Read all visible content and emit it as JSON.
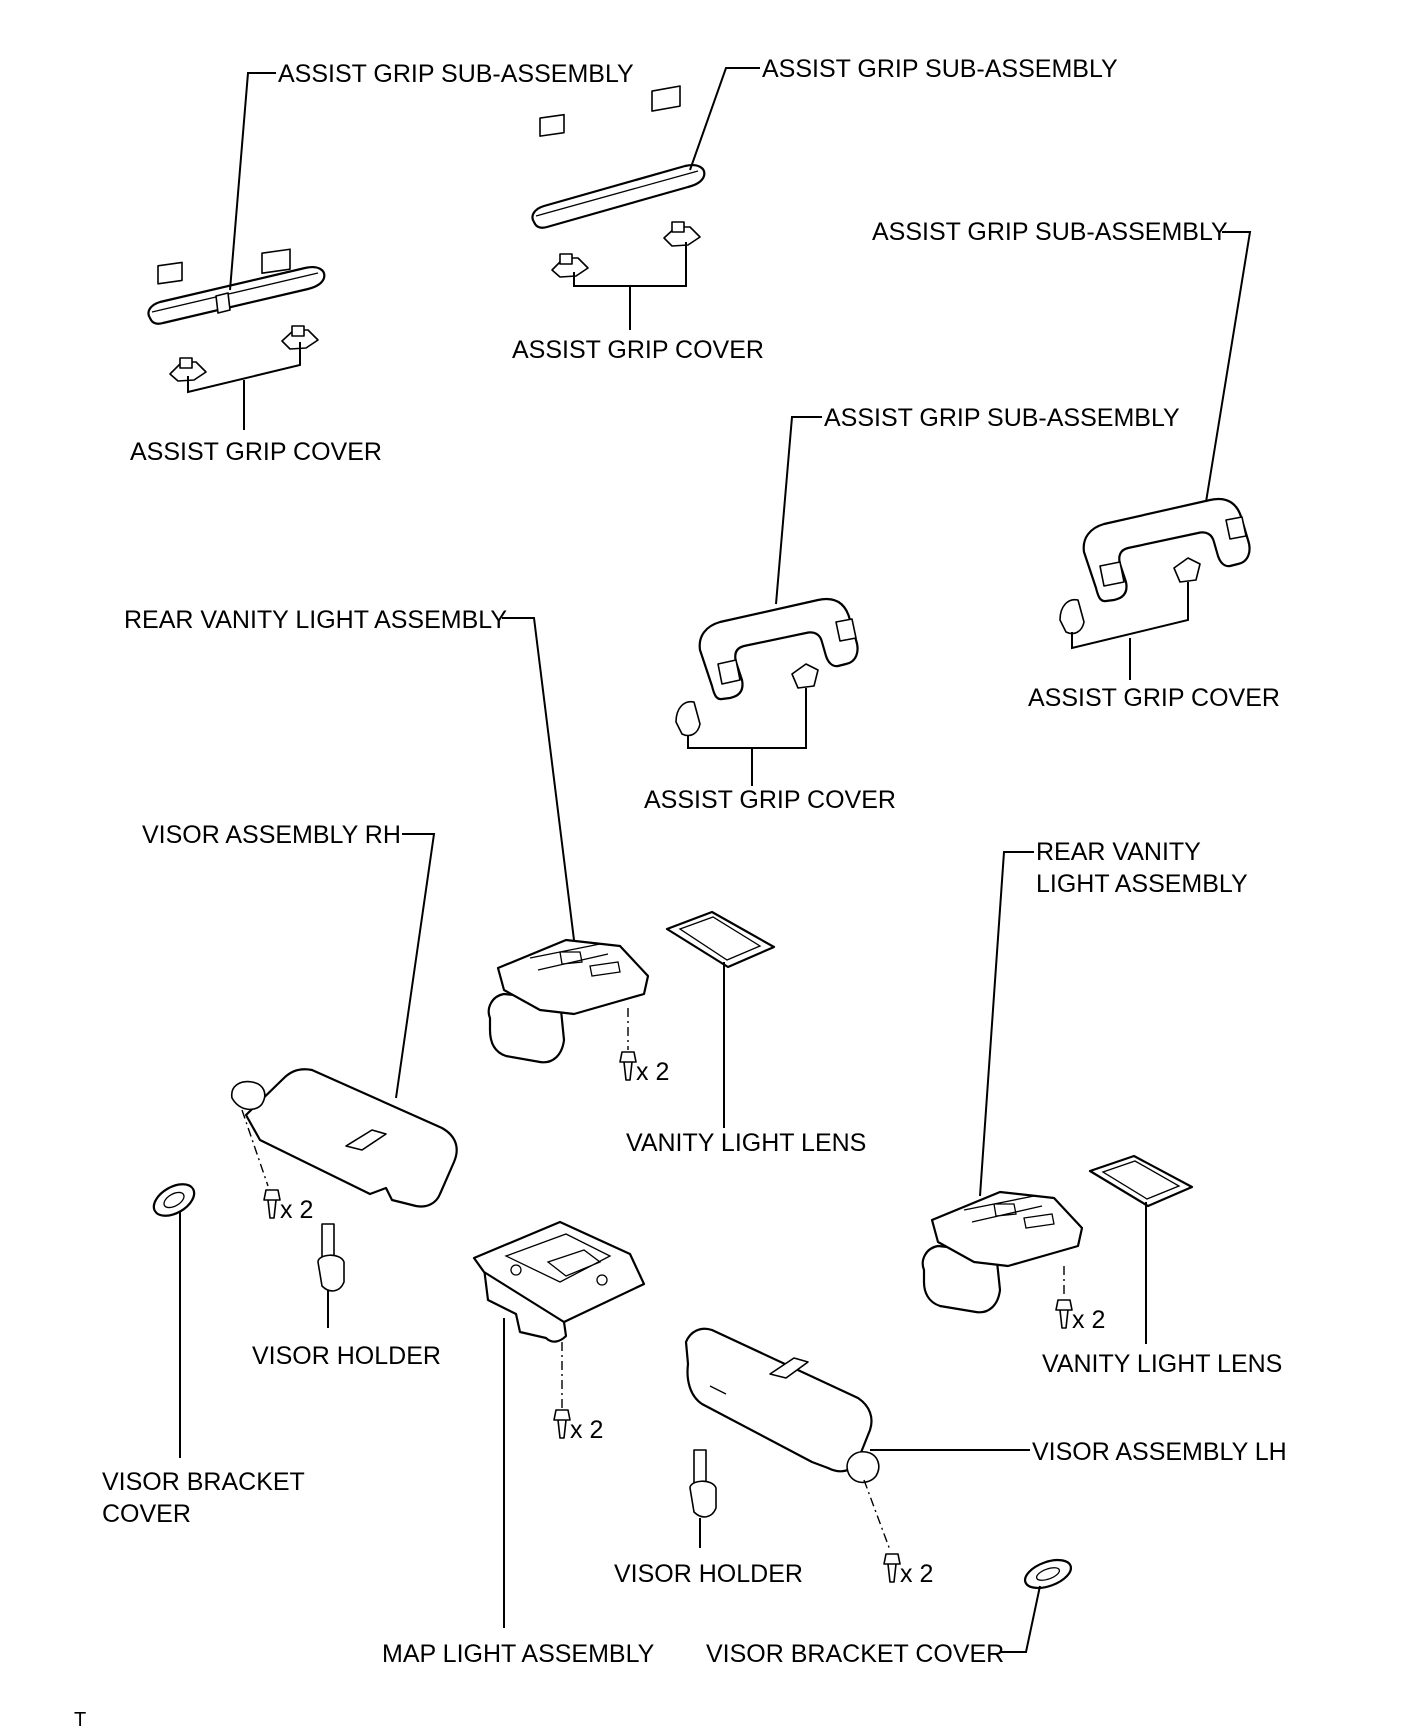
{
  "labels": {
    "grip_sub_1": "ASSIST GRIP SUB-ASSEMBLY",
    "grip_sub_2": "ASSIST GRIP SUB-ASSEMBLY",
    "grip_sub_3": "ASSIST GRIP SUB-ASSEMBLY",
    "grip_sub_4": "ASSIST GRIP SUB-ASSEMBLY",
    "grip_cover_1": "ASSIST GRIP COVER",
    "grip_cover_2": "ASSIST GRIP COVER",
    "grip_cover_3": "ASSIST GRIP COVER",
    "grip_cover_4": "ASSIST GRIP COVER",
    "rear_vanity_1": "REAR VANITY LIGHT ASSEMBLY",
    "rear_vanity_2_line1": "REAR VANITY",
    "rear_vanity_2_line2": "LIGHT ASSEMBLY",
    "visor_rh": "VISOR ASSEMBLY RH",
    "visor_lh": "VISOR ASSEMBLY LH",
    "vanity_lens_1": "VANITY LIGHT LENS",
    "vanity_lens_2": "VANITY LIGHT LENS",
    "visor_holder_1": "VISOR HOLDER",
    "visor_holder_2": "VISOR HOLDER",
    "visor_bracket_cover_1_line1": "VISOR BRACKET",
    "visor_bracket_cover_1_line2": "COVER",
    "visor_bracket_cover_2": "VISOR BRACKET COVER",
    "map_light": "MAP LIGHT ASSEMBLY",
    "qty_1": "x 2",
    "qty_2": "x 2",
    "qty_3": "x 2",
    "qty_4": "x 2",
    "qty_5": "x 2",
    "corner_mark": "T"
  }
}
